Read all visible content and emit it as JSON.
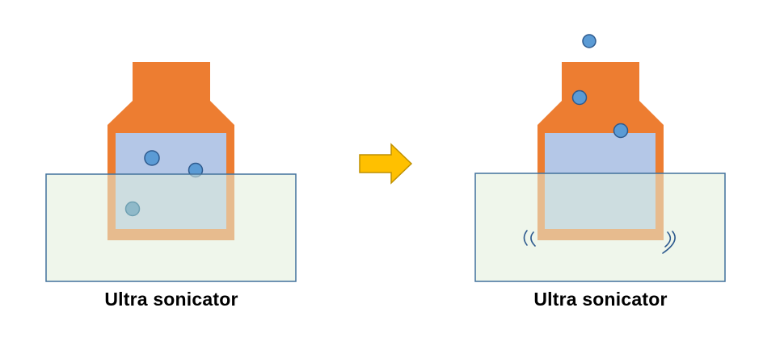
{
  "panels": [
    {
      "id": "before",
      "caption": "Ultra sonicator",
      "state": "bubbles dispersed in liquid, bath idle",
      "vibration_marks": false
    },
    {
      "id": "after",
      "caption": "Ultra sonicator",
      "state": "bubbles rising out of the liquid, bath vibrating",
      "vibration_marks": true
    }
  ],
  "transition": {
    "icon": "right-arrow-icon"
  },
  "colors": {
    "vessel": "#ED7D31",
    "vessel_submerged": "#DDAA72",
    "liquid": "#B4C7E7",
    "liquid_submerged": "#BDD5CF",
    "bath_fill": "#E2EFDA",
    "bath_stroke": "#41719C",
    "bubble": "#5B9BD5",
    "bubble_stroke": "#2E5A8E",
    "bubble_submerged": "#8FB9C9",
    "arrow_fill": "#FFC000",
    "arrow_stroke": "#BF9000",
    "vibration": "#2E5A8E"
  }
}
